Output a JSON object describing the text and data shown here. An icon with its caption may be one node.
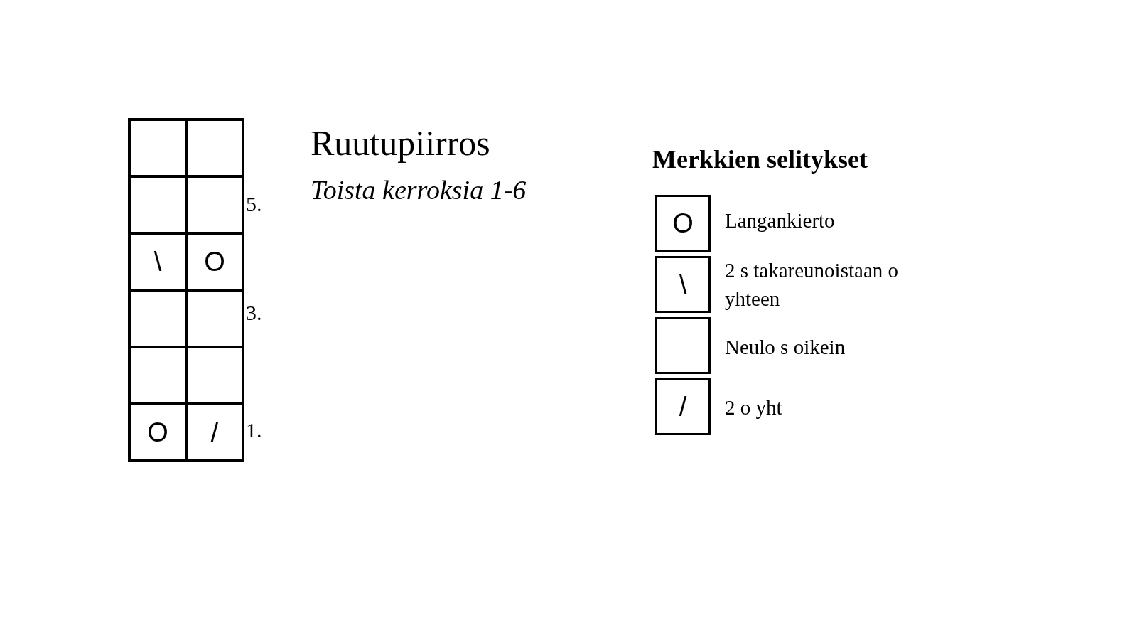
{
  "diagram": {
    "title": "Ruutupiirros",
    "nodes": [
      {
        "text": [],
        "shape": "box"
      },
      {
        "text": [],
        "shape": "box"
      },
      {
        "text": [],
        "shape": "box"
      },
      {
        "text": [],
        "shape": "box"
      },
      {
        "text": [
          "\\"
        ]
      },
      {
        "text": [
          "O"
        ]
      },
      {
        "text": [],
        "shape": "box"
      },
      {
        "text": [],
        "shape": "box"
      },
      {
        "text": [],
        "shape": "box"
      },
      {
        "text": [],
        "shape": "box"
      },
      {
        "text": [
          "O"
        ]
      },
      {
        "text": [
          "/"
        ]
      },
      {
        "text": [
          "O"
        ]
      },
      {
        "text": [
          "\\"
        ]
      },
      {
        "text": [],
        "shape": "box"
      },
      {
        "text": [
          "/"
        ]
      }
    ],
    "edges": [],
    "labels": [
      "Toista kerroksia 1-6",
      "5.",
      "3.",
      "1.",
      "Merkkien selitykset"
    ],
    "legend": [
      {
        "text": "Langankierto"
      },
      {
        "text": "2 s takareunoistaan o yhteen"
      },
      {
        "text": "Neulo s oikein"
      },
      {
        "text": "2 o yht"
      }
    ]
  }
}
